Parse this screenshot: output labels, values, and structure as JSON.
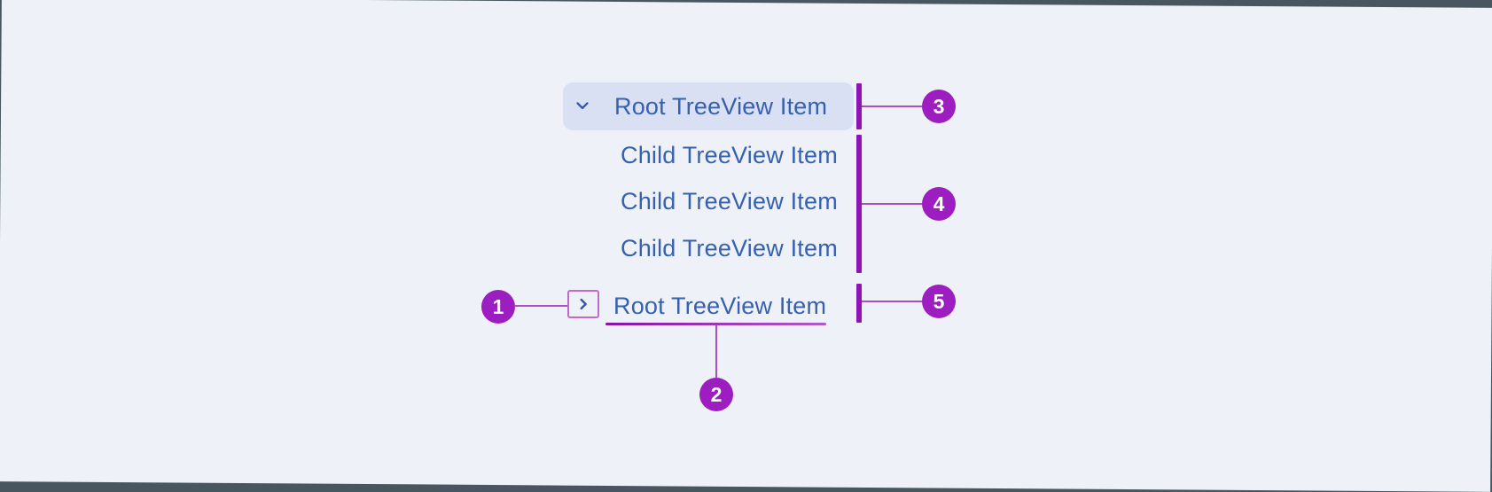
{
  "diagram": {
    "tree": {
      "items": [
        {
          "label": "Root TreeView Item",
          "type": "root",
          "state": "expanded",
          "icon": "chevron-down-icon",
          "highlighted": true
        },
        {
          "label": "Child TreeView Item",
          "type": "child"
        },
        {
          "label": "Child TreeView Item",
          "type": "child"
        },
        {
          "label": "Child TreeView Item",
          "type": "child"
        },
        {
          "label": "Root TreeView Item",
          "type": "root",
          "state": "collapsed",
          "icon": "chevron-right-icon"
        }
      ]
    },
    "callouts": [
      {
        "number": "1"
      },
      {
        "number": "2"
      },
      {
        "number": "3"
      },
      {
        "number": "4"
      },
      {
        "number": "5"
      }
    ]
  },
  "colors": {
    "page_edge": "#48575f",
    "panel_background": "#eef2f8",
    "selected_item_background": "#dae0f4",
    "item_text": "#3760af",
    "callout_fill": "#9c1ec0",
    "callout_bracket": "#9013b8",
    "callout_line": "#ab4fc6",
    "expand_box_border": "#c169ce"
  }
}
